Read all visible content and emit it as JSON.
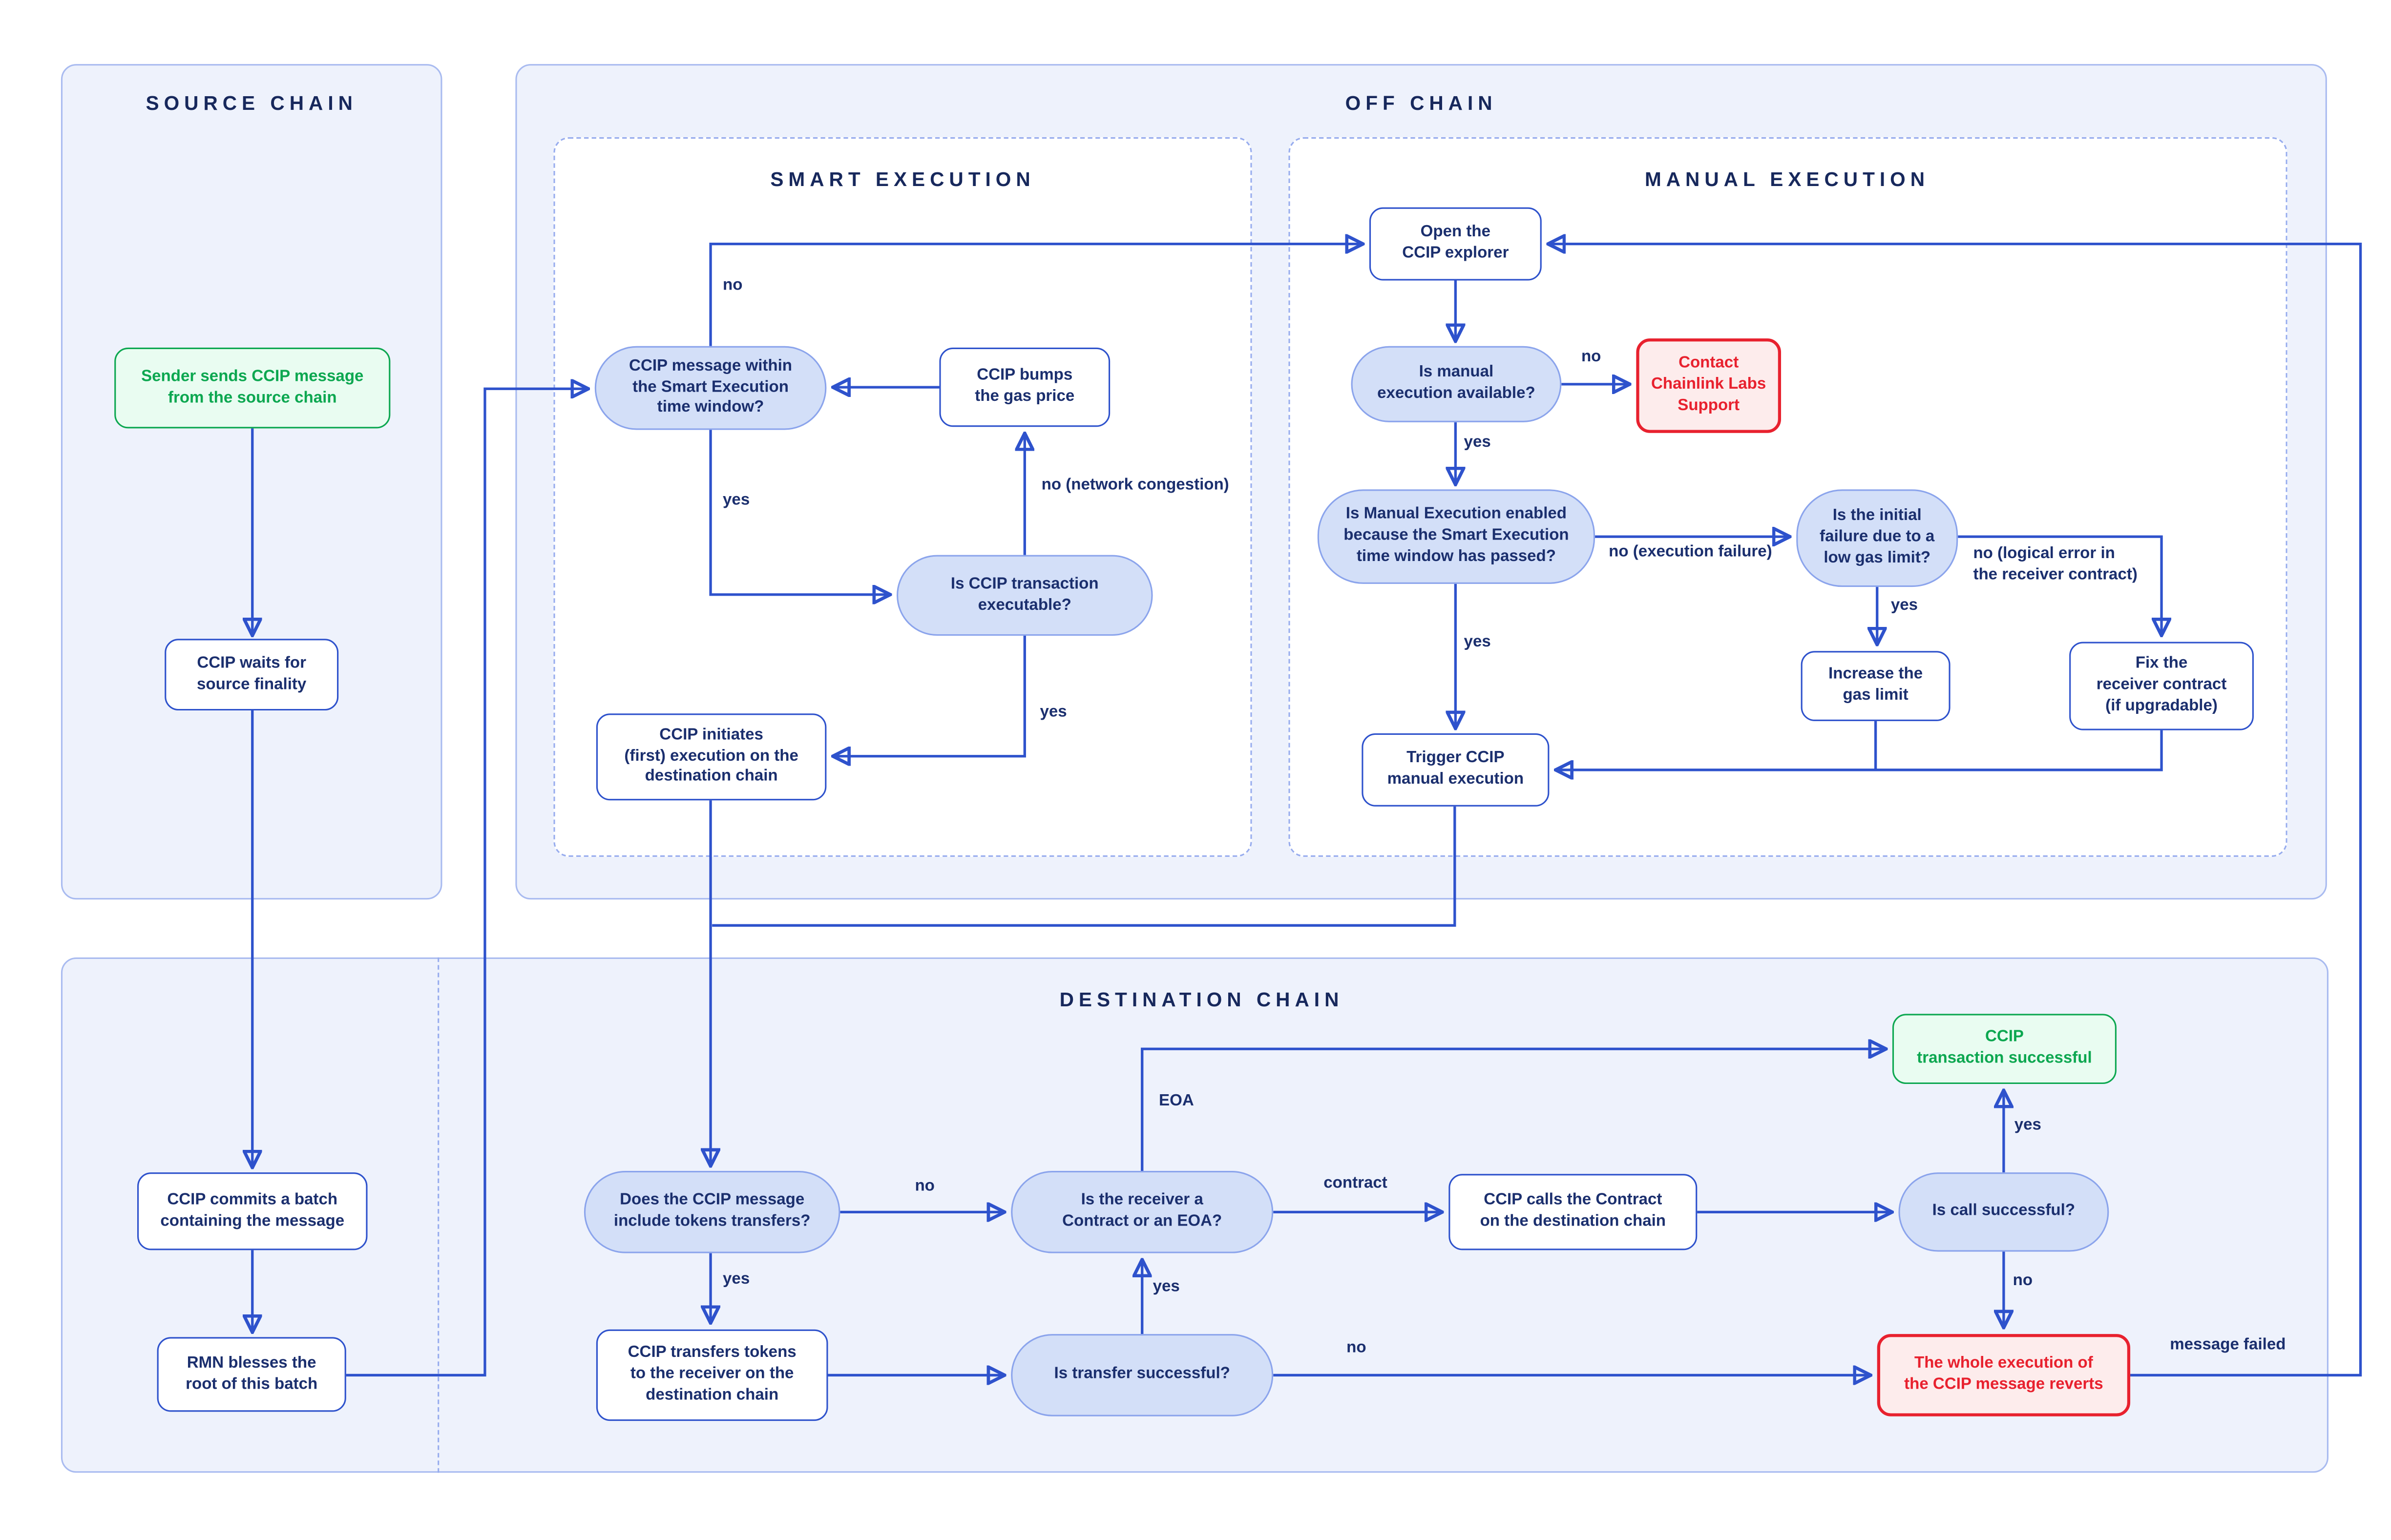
{
  "titles": {
    "source": "SOURCE CHAIN",
    "off_chain": "OFF CHAIN",
    "smart": "SMART EXECUTION",
    "manual": "MANUAL EXECUTION",
    "destination": "DESTINATION CHAIN"
  },
  "nodes": {
    "sender": "Sender sends CCIP message\nfrom the source chain",
    "ccip_waits": "CCIP waits for\nsource finality",
    "ccip_commits": "CCIP commits a batch\ncontaining the message",
    "rmn": "RMN blesses the\nroot of this batch",
    "window_pill": "CCIP message within\nthe Smart Execution\ntime window?",
    "ccip_bumps": "CCIP bumps\nthe gas price",
    "executable_pill": "Is CCIP transaction\nexecutable?",
    "ccip_initiates": "CCIP initiates\n(first) execution on the\ndestination chain",
    "open_explorer": "Open the\nCCIP explorer",
    "manual_available": "Is manual\nexecution available?",
    "contact_support": "Contact\nChainlink Labs\nSupport",
    "manual_enabled": "Is Manual Execution enabled\nbecause the Smart Execution\ntime window has passed?",
    "initial_failure": "Is the initial\nfailure due to a\nlow gas limit?",
    "increase_gas": "Increase the\ngas limit",
    "fix_receiver": "Fix the\nreceiver contract\n(if upgradable)",
    "trigger_manual": "Trigger CCIP\nmanual execution",
    "tokens_pill": "Does the CCIP message\ninclude tokens transfers?",
    "receiver_pill": "Is the receiver a\nContract or an EOA?",
    "ccip_calls": "CCIP calls the Contract\non the destination chain",
    "call_pill": "Is call successful?",
    "transfers_tokens": "CCIP transfers tokens\nto the receiver on the\ndestination chain",
    "transfer_pill": "Is transfer successful?",
    "success": "CCIP\ntransaction successful",
    "revert": "The whole execution of\nthe CCIP message reverts"
  },
  "labels": {
    "no_window": "no",
    "yes_window": "yes",
    "no_congestion": "no (network congestion)",
    "yes_executable": "yes",
    "no_available": "no",
    "yes_available": "yes",
    "no_exec_failure": "no (execution failure)",
    "yes_enabled": "yes",
    "no_logical": "no (logical error in\nthe receiver contract)",
    "yes_initial": "yes",
    "eoa": "EOA",
    "no_tokens": "no",
    "contract": "contract",
    "yes_call": "yes",
    "yes_tokens": "yes",
    "yes_transfer": "yes",
    "no_call": "no",
    "no_transfer": "no",
    "message_failed": "message failed"
  },
  "colors": {
    "accent_blue": "#2e52cc",
    "navy_text": "#1b2f6e",
    "pill_bg": "#d3dff8",
    "pill_border": "#8ba4ec",
    "panel_bg": "#eef2fc",
    "panel_border": "#a9bbf0",
    "dashed_border": "#97acee",
    "green": "#0ca750",
    "green_bg": "#e9fcf1",
    "red": "#e8212e",
    "red_bg": "#fdecec"
  }
}
